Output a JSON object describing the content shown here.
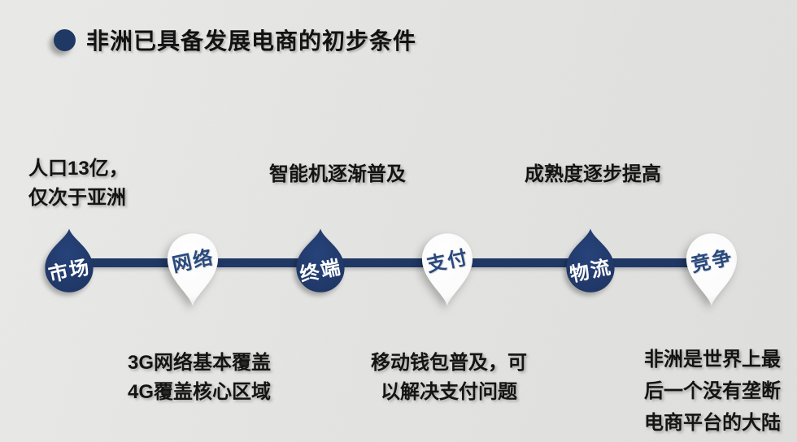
{
  "slide": {
    "title": "非洲已具备发展电商的初步条件"
  },
  "colors": {
    "navy": "#1f3864",
    "pin_text_blue": "#2a4a7e",
    "background": "#e4e4e2",
    "body_text": "#141414"
  },
  "timeline": {
    "nodes": [
      {
        "label": "市场",
        "shape": "navy-teardrop-tail-up"
      },
      {
        "label": "网络",
        "shape": "white-pin-tail-down"
      },
      {
        "label": "终端",
        "shape": "navy-teardrop-tail-up"
      },
      {
        "label": "支付",
        "shape": "white-pin-tail-down"
      },
      {
        "label": "物流",
        "shape": "navy-teardrop-tail-up"
      },
      {
        "label": "竞争",
        "shape": "white-pin-tail-down"
      }
    ]
  },
  "annotations": {
    "top": [
      {
        "node": "市场",
        "lines": [
          "人口13亿，",
          "仅次于亚洲"
        ]
      },
      {
        "node": "终端",
        "lines": [
          "智能机逐渐普及"
        ]
      },
      {
        "node": "物流",
        "lines": [
          "成熟度逐步提高"
        ]
      }
    ],
    "bottom": [
      {
        "node": "网络",
        "lines": [
          "3G网络基本覆盖",
          "4G覆盖核心区域"
        ]
      },
      {
        "node": "支付",
        "lines": [
          "移动钱包普及，可",
          "以解决支付问题"
        ]
      },
      {
        "node": "竞争",
        "lines": [
          "非洲是世界上最",
          "后一个没有垄断",
          "电商平台的大陆"
        ]
      }
    ]
  }
}
